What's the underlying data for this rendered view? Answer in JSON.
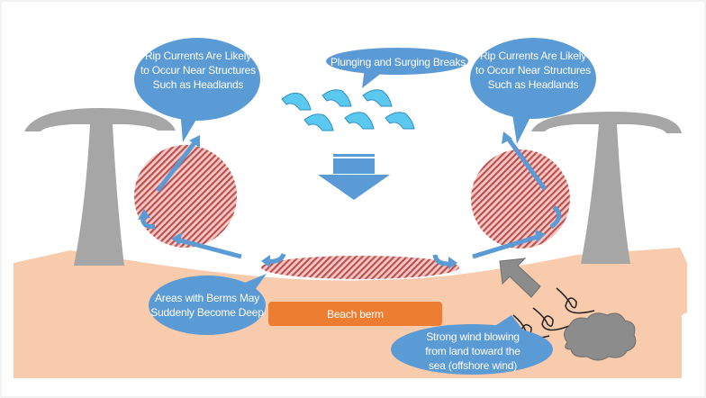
{
  "colors": {
    "callout": "#5b9bd5",
    "current_arrow": "#5b9bd5",
    "sand": "#f8cbad",
    "headland": "#a6a6a6",
    "hazard_hatch": "#c0504d",
    "wave": "#5bc8f0",
    "beach_berm": "#ed7d31"
  },
  "callouts": {
    "left_rip": "Rip Currents Are Likely to Occur Near Structures Such as Headlands",
    "breaks": "Plunging and Surging Breaks",
    "right_rip": "Rip Currents Are Likely to Occur Near Structures Such as Headlands",
    "berms": "Areas with Berms May Suddenly Become Deep",
    "wind": "Strong wind blowing from land toward the sea (offshore wind)"
  },
  "labels": {
    "beach_berm": "Beach berm"
  },
  "icons": [
    "headland-left",
    "headland-right",
    "wave-fin",
    "down-arrow",
    "rip-current-arrow",
    "wind-arrow",
    "wind-swirl",
    "cloud"
  ]
}
